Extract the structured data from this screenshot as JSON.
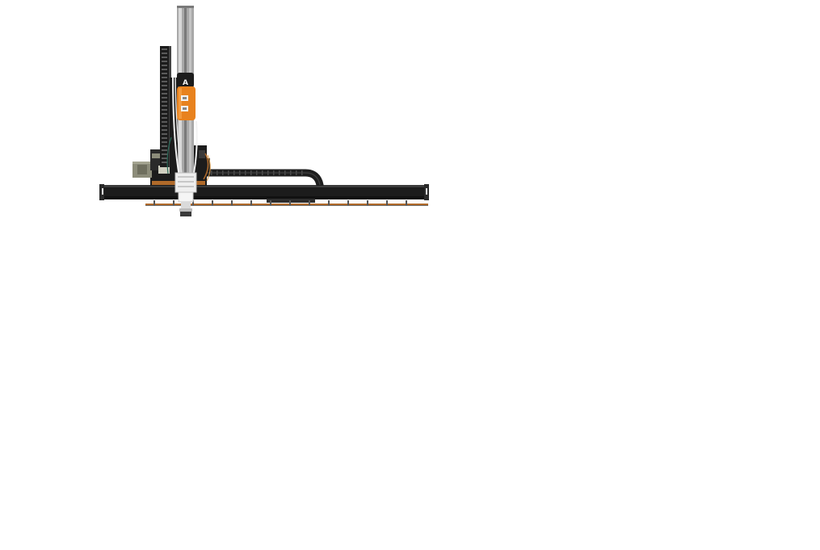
{
  "scene": {
    "subject": "cartesian-gantry-robot",
    "colors": {
      "background": "#ffffff",
      "frame_dark": "#1c1c1c",
      "frame_mid": "#2e2e2e",
      "aluminum_light": "#d9d9d9",
      "aluminum_mid": "#a8a8a8",
      "aluminum_dark": "#7a7a7a",
      "accent_orange": "#e8821e",
      "copper": "#b06a2a",
      "cable_white": "#f2f2f2",
      "motor_gray": "#8c8c7a"
    },
    "logo_glyph": "A",
    "rail_hole_count": 14,
    "chain_link_count": 18
  }
}
